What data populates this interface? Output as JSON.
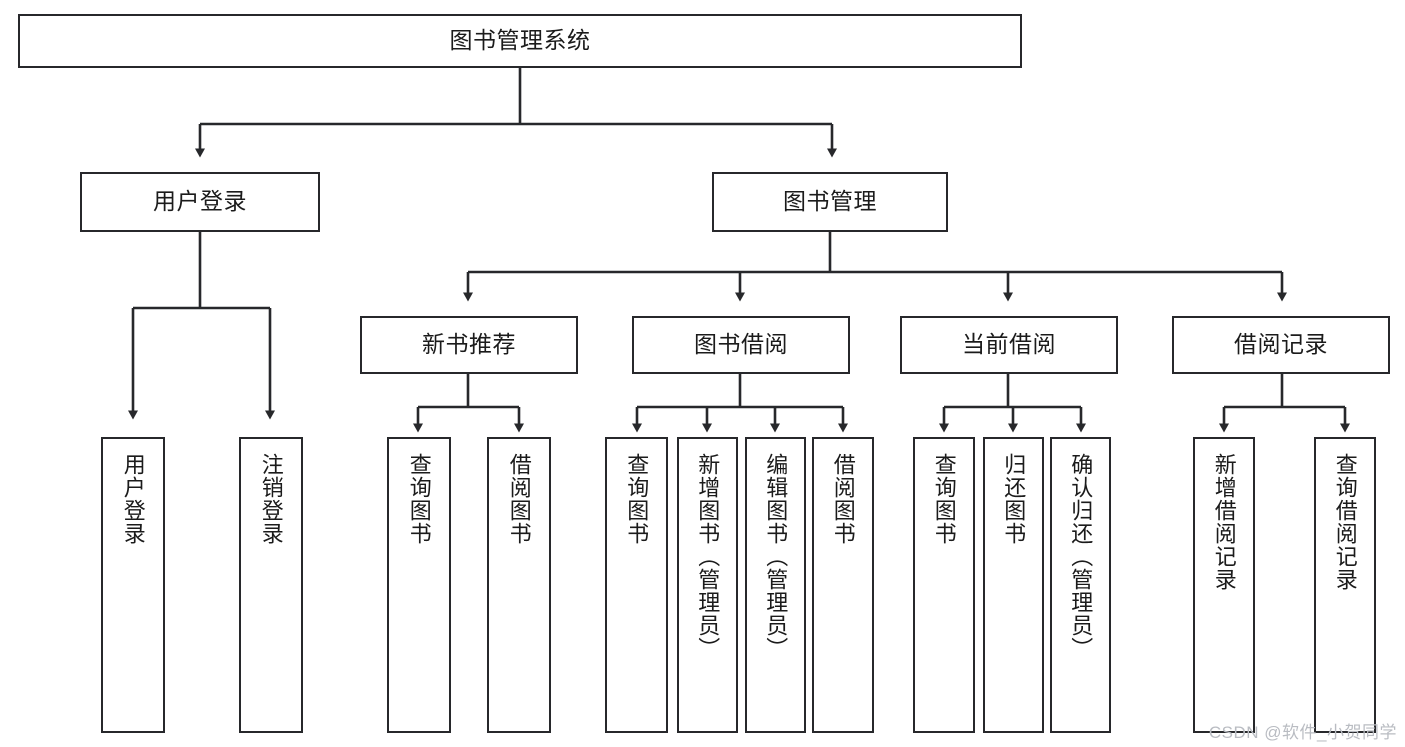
{
  "diagram": {
    "type": "tree-hierarchy",
    "orientation": "top-down",
    "stroke_color": "#27282b",
    "fill_color": "#ffffff",
    "text_color": "#1b1b1b",
    "root": {
      "id": "root",
      "label": "图书管理系统"
    },
    "level2": [
      {
        "id": "user-login",
        "label": "用户登录"
      },
      {
        "id": "book-manage",
        "label": "图书管理"
      }
    ],
    "level3": [
      {
        "id": "new-book-rec",
        "label": "新书推荐"
      },
      {
        "id": "book-borrow",
        "label": "图书借阅"
      },
      {
        "id": "current-borrow",
        "label": "当前借阅"
      },
      {
        "id": "borrow-record",
        "label": "借阅记录"
      }
    ],
    "leaves": [
      {
        "id": "leaf-user-login",
        "label": "用户登录",
        "parent": "user-login"
      },
      {
        "id": "leaf-logout-login",
        "label": "注销登录",
        "parent": "user-login"
      },
      {
        "id": "leaf-query-book-1",
        "label": "查询图书",
        "parent": "new-book-rec"
      },
      {
        "id": "leaf-borrow-book-1",
        "label": "借阅图书",
        "parent": "new-book-rec"
      },
      {
        "id": "leaf-query-book-2",
        "label": "查询图书",
        "parent": "book-borrow"
      },
      {
        "id": "leaf-add-book",
        "label": "新增图书（管理员）",
        "parent": "book-borrow"
      },
      {
        "id": "leaf-edit-book",
        "label": "编辑图书（管理员）",
        "parent": "book-borrow"
      },
      {
        "id": "leaf-borrow-book-2",
        "label": "借阅图书",
        "parent": "book-borrow"
      },
      {
        "id": "leaf-query-book-3",
        "label": "查询图书",
        "parent": "current-borrow"
      },
      {
        "id": "leaf-return-book",
        "label": "归还图书",
        "parent": "current-borrow"
      },
      {
        "id": "leaf-confirm-return",
        "label": "确认归还（管理员）",
        "parent": "current-borrow"
      },
      {
        "id": "leaf-add-record",
        "label": "新增借阅记录",
        "parent": "borrow-record"
      },
      {
        "id": "leaf-query-record",
        "label": "查询借阅记录",
        "parent": "borrow-record"
      }
    ]
  },
  "watermark": {
    "text": "CSDN @软件_小贺同学"
  }
}
